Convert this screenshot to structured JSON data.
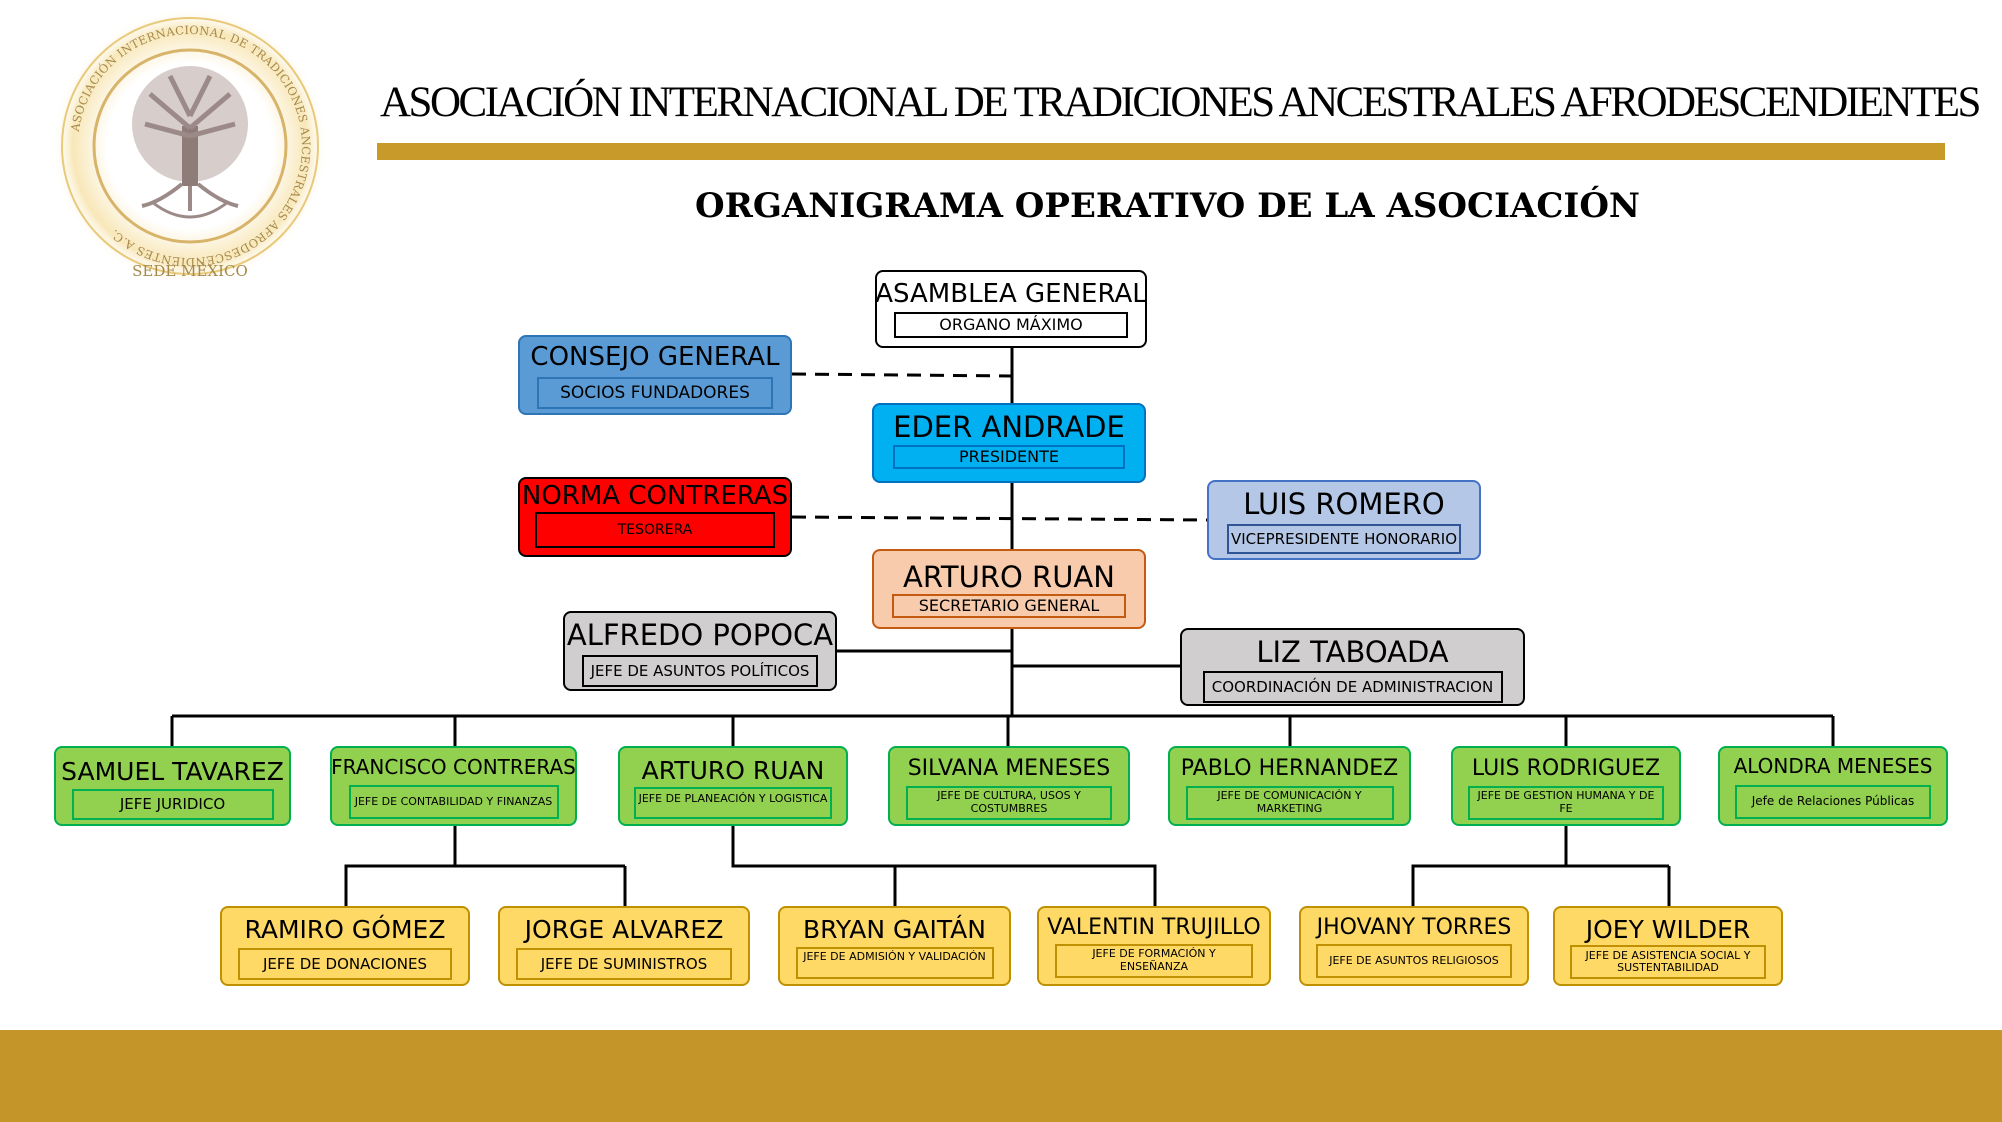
{
  "header": {
    "title": "ASOCIACIÓN INTERNACIONAL DE TRADICIONES ANCESTRALES AFRODESCENDIENTES",
    "subtitle": "ORGANIGRAMA OPERATIVO DE LA ASOCIACIÓN"
  },
  "logo": {
    "ring_text": "ASOCIACIÓN INTERNACIONAL DE TRADICIONES ANCESTRALES AFRODESCENDIENTES A.C.",
    "bottom_text": "SEDE MÉXICO"
  },
  "colors": {
    "gold": "#C89A2A",
    "blue_consejo": "#5B9BD5",
    "cyan_presidente": "#00B0F0",
    "red_tesorera": "#FF0000",
    "lightblue_vice": "#B4C7E7",
    "peach_secretario": "#F8CBAD",
    "grey": "#D0CECE",
    "green": "#92D050",
    "yellow": "#FFD966"
  },
  "org": {
    "asamblea": {
      "name": "ASAMBLEA GENERAL",
      "role": "ORGANO MÁXIMO"
    },
    "consejo": {
      "name": "CONSEJO GENERAL",
      "role": "SOCIOS FUNDADORES"
    },
    "presidente": {
      "name": "EDER ANDRADE",
      "role": "PRESIDENTE"
    },
    "tesorera": {
      "name": "NORMA CONTRERAS",
      "role": "TESORERA"
    },
    "vicepresidente": {
      "name": "LUIS ROMERO",
      "role": "VICEPRESIDENTE HONORARIO"
    },
    "secretario": {
      "name": "ARTURO RUAN",
      "role": "SECRETARIO GENERAL"
    },
    "asuntos_politicos": {
      "name": "ALFREDO POPOCA",
      "role": "JEFE DE ASUNTOS POLÍTICOS"
    },
    "administracion": {
      "name": "LIZ TABOADA",
      "role": "COORDINACIÓN DE ADMINISTRACION"
    },
    "jefes": [
      {
        "name": "SAMUEL TAVAREZ",
        "role": "JEFE JURIDICO"
      },
      {
        "name": "FRANCISCO CONTRERAS",
        "role": "JEFE DE CONTABILIDAD Y FINANZAS"
      },
      {
        "name": "ARTURO RUAN",
        "role": "JEFE DE PLANEACIÓN Y LOGISTICA"
      },
      {
        "name": "SILVANA MENESES",
        "role": "JEFE DE CULTURA, USOS Y COSTUMBRES"
      },
      {
        "name": "PABLO HERNANDEZ",
        "role": "JEFE DE COMUNICACIÓN Y MARKETING"
      },
      {
        "name": "LUIS RODRIGUEZ",
        "role": "JEFE DE GESTION HUMANA Y DE FE"
      },
      {
        "name": "ALONDRA MENESES",
        "role": "Jefe de Relaciones Públicas"
      }
    ],
    "subjefes": [
      {
        "name": "RAMIRO GÓMEZ",
        "role": "JEFE DE DONACIONES"
      },
      {
        "name": "JORGE ALVAREZ",
        "role": "JEFE DE SUMINISTROS"
      },
      {
        "name": "BRYAN GAITÁN",
        "role": "JEFE DE ADMISIÓN Y VALIDACIÓN"
      },
      {
        "name": "VALENTIN TRUJILLO",
        "role": "JEFE DE FORMACIÓN Y ENSEÑANZA"
      },
      {
        "name": "JHOVANY TORRES",
        "role": "JEFE DE ASUNTOS RELIGIOSOS"
      },
      {
        "name": "JOEY WILDER",
        "role": "JEFE DE ASISTENCIA SOCIAL Y SUSTENTABILIDAD"
      }
    ]
  }
}
